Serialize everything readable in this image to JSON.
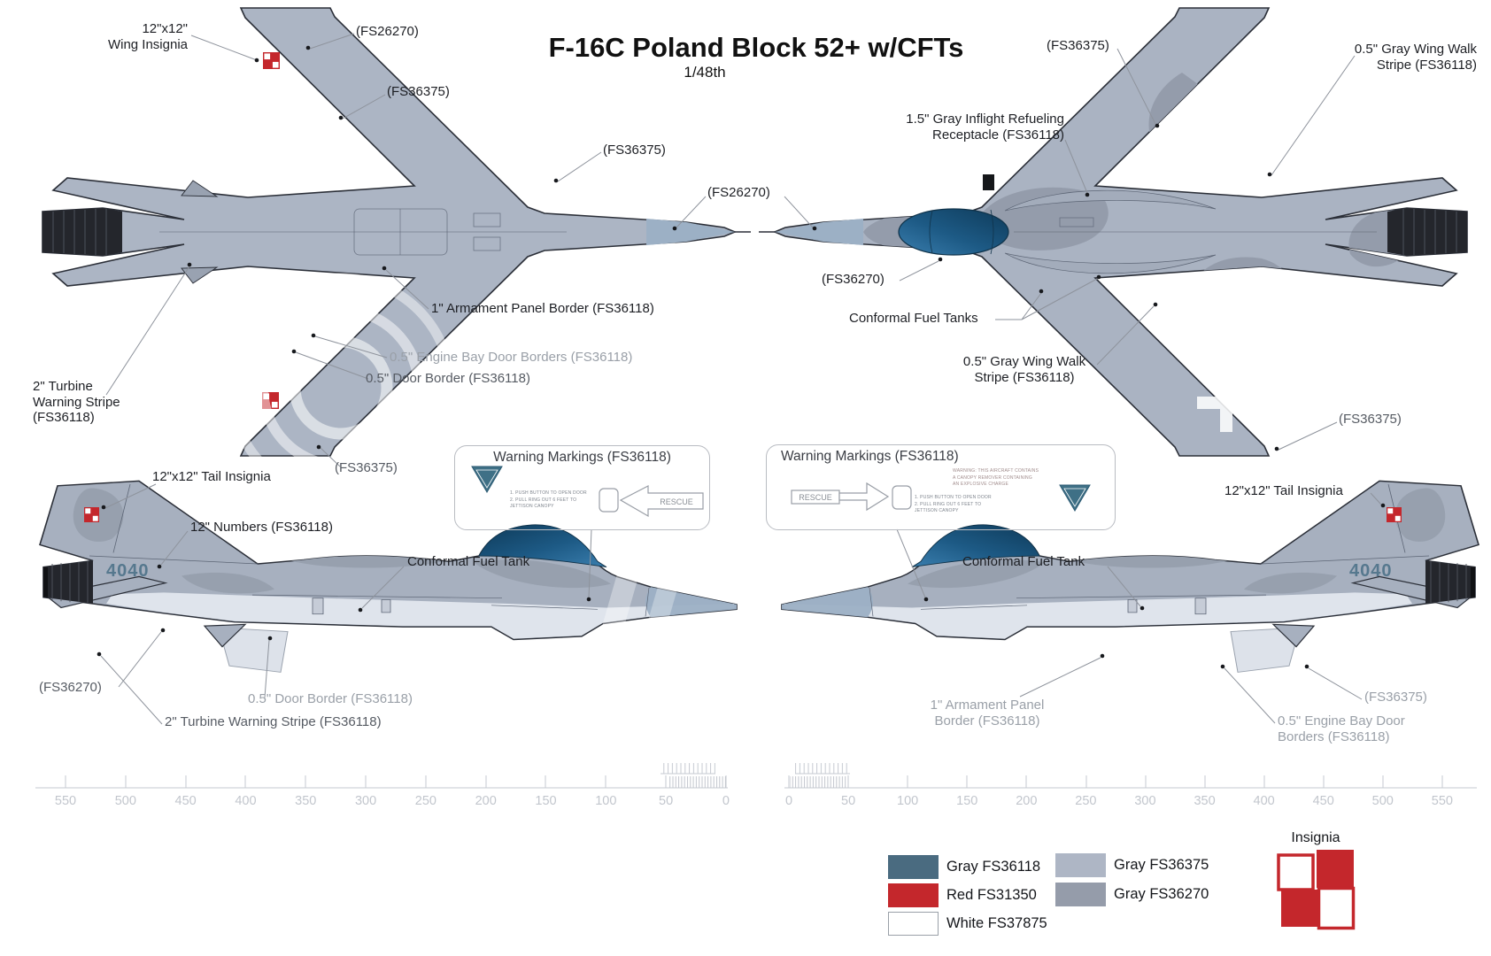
{
  "title": "F-16C Poland Block 52+ w/CFTs",
  "subtitle": "1/48th",
  "aircraft": {
    "tail_number": "4040"
  },
  "callouts": {
    "bottom_view": {
      "wing_insignia": "12\"x12\"\nWing Insignia",
      "fs26270": "(FS26270)",
      "fs36375_upper": "(FS36375)",
      "fs36375_mid": "(FS36375)",
      "armament_panel": "1\" Armament Panel Border (FS36118)",
      "engine_bay": "0.5\" Engine Bay Door Borders (FS36118)",
      "door_border": "0.5\" Door Border (FS36118)",
      "turbine_stripe": "2\" Turbine\nWarning Stripe\n(FS36118)",
      "fs36375_stab": "(FS36375)"
    },
    "top_view": {
      "fs36375_left": "(FS36375)",
      "wing_walk_right": "0.5\" Gray Wing Walk\nStripe (FS36118)",
      "refuel": "1.5\" Gray Inflight Refueling\nReceptacle (FS36118)",
      "fs26270_nose": "(FS26270)",
      "fs36270": "(FS36270)",
      "cft": "Conformal Fuel Tanks",
      "wing_walk_left": "0.5\" Gray Wing Walk\nStripe (FS36118)",
      "fs36375_stab": "(FS36375)"
    },
    "left_profile": {
      "tail_insignia": "12\"x12\" Tail Insignia",
      "numbers": "12\" Numbers (FS36118)",
      "cft": "Conformal Fuel Tank",
      "fs36270": "(FS36270)",
      "door_border": "0.5\" Door Border (FS36118)",
      "turbine_stripe": "2\" Turbine Warning Stripe (FS36118)"
    },
    "right_profile": {
      "tail_insignia": "12\"x12\" Tail Insignia",
      "cft": "Conformal Fuel Tank",
      "armament_panel": "1\" Armament Panel\nBorder (FS36118)",
      "fs36375": "(FS36375)",
      "engine_bay": "0.5\" Engine Bay Door\nBorders (FS36118)"
    }
  },
  "warning_box": {
    "title": "Warning Markings (FS36118)",
    "rescue": "RESCUE",
    "steps": "1.  PUSH BUTTON TO OPEN DOOR\n2.  PULL RING OUT 6 FEET TO\n      JETTISON CANOPY",
    "note": "WARNING:  THIS AIRCRAFT CONTAINS\nA CANOPY REMOVER CONTAINING\nAN EXPLOSIVE CHARGE"
  },
  "rulers": {
    "left": {
      "labels": [
        "550",
        "500",
        "450",
        "400",
        "350",
        "300",
        "250",
        "200",
        "150",
        "100",
        "50",
        "0"
      ]
    },
    "right": {
      "labels": [
        "0",
        "50",
        "100",
        "150",
        "200",
        "250",
        "300",
        "350",
        "400",
        "450",
        "500",
        "550"
      ]
    }
  },
  "legend": {
    "col1": [
      "Gray FS36118",
      "Red FS31350",
      "White FS37875"
    ],
    "col2": [
      "Gray FS36375",
      "Gray FS36270"
    ],
    "insignia_label": "Insignia"
  },
  "colors": {
    "fs36118": "#4a6b80",
    "fs31350": "#c4272c",
    "fs37875": "#ffffff",
    "fs36375": "#aeb6c5",
    "fs36270": "#959caa",
    "fs26270": "#9cb0c5"
  }
}
